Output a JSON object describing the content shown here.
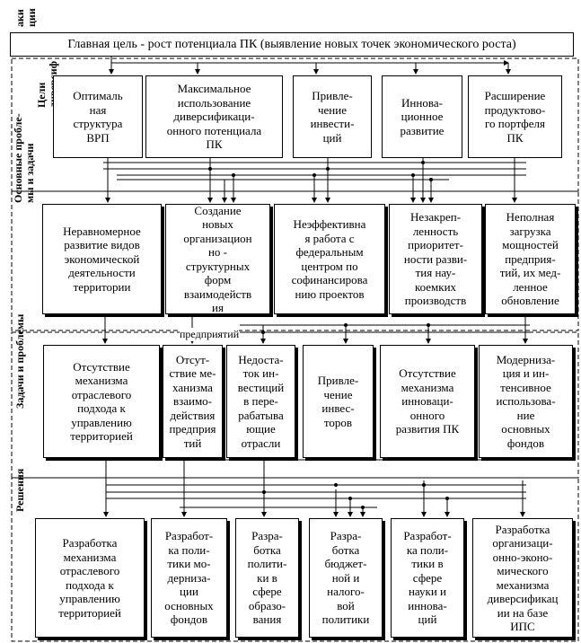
{
  "goal": "Главная цель - рост потенциала ПК (выявление новых точек экономического роста)",
  "section_labels": {
    "top_clip": "аки\nции",
    "goals": "Цели\nдиверсиф\nрегио",
    "problems_tasks": "Основные пробле-\nмы и задачи",
    "tasks_problems": "Задачи и проблемы",
    "solutions": "Решения"
  },
  "row1": [
    "Оптималь\nная\nструктура\nВРП",
    "Максимальное\nиспользование\nдиверсификаци-\nонного потенциала\nПК",
    "Привле-\nчение\nинвести-\nций",
    "Иннова-\nционное\nразвитие",
    "Расширение\nпродуктово-\nго портфеля\nПК"
  ],
  "row2": [
    "Неравномерное\nразвитие видов\nэкономической\nдеятельности\nтерритории",
    "Создание\nновых\nорганизацион\nно -\nструктурных\nформ\nвзаимодейств\nия",
    "Неэффективна\nя работа с\nфедеральным\nцентром по\nсофинансирова\nнию  проектов",
    "Незакреп-\nленность\nприоритет-\nности разви-\nтия нау-\nкоемких\nпроизводств",
    "Неполная\nзагрузка\nмощностей\nпредприя-\nтий, их мед-\nленное\nобновление"
  ],
  "row2_overflow": "предприятий",
  "row3": [
    "Отсутствие\nмеханизма\nотраслевого\nподхода к\nуправлению\nтерриторией",
    "Отсут-\nствие ме-\nханизма\nвзаимо-\nдействия\nпредприя\nтий",
    "Недоста-\nток ин-\nвестиций\nв пере-\nрабатыва\nющие\nотрасли",
    "Привле-\nчение\nинвес-\nторов",
    "Отсутствие\nмеханизма\nинновaци-\nонного\nразвития ПК",
    "Модерниза-\nция и ин-\nтенсивное\nиспользова-\nние\nосновных\nфондов"
  ],
  "row4": [
    "Разработка\nмеханизма\nотраслевого\nподхода к\nуправлению\nтерриторией",
    "Разработ-\nка поли-\nтики мо-\nдерниза-\nции\nосновных\nфондов",
    "Разра-\nботка\nполити-\nки в\nсфере\nобразо-\nвания",
    "Разра-\nботка\nбюджет-\nной и\nналого-\nвой\nполитики",
    "Разработ-\nка поли-\nтики в\nсфере\nнауки и\nиннова-\nций",
    "Разработка\nорганизаци-\nонно-эконо-\nмического\nмеханизма\nдиверсификац\nии на базе\nИПС"
  ]
}
